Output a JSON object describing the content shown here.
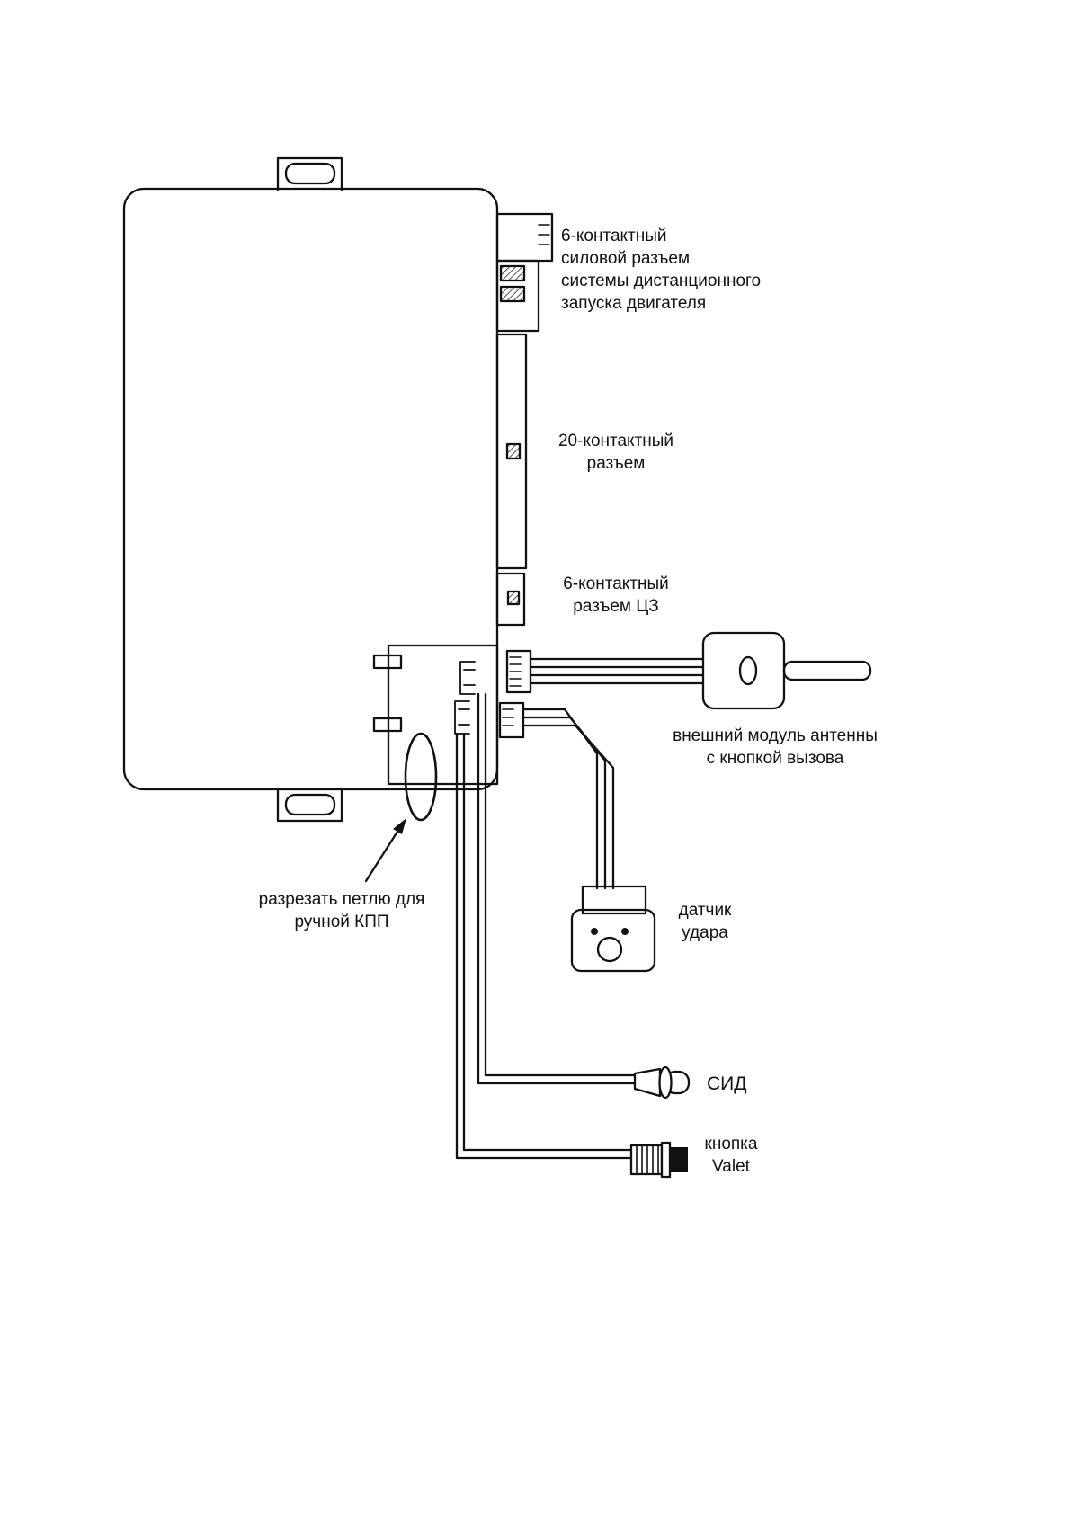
{
  "colors": {
    "line": "#111111",
    "background": "#ffffff",
    "valet_cap": "#111111"
  },
  "labels": {
    "power_connector": "6-контактный\nсиловой разъем\nсистемы дистанционного\nзапуска двигателя",
    "connector_20pin": "20-контактный\nразъем",
    "connector_cl": "6-контактный\nразъем ЦЗ",
    "antenna_module": "внешний модуль антенны\nс кнопкой вызова",
    "cut_loop": "разрезать петлю для\nручной КПП",
    "shock_sensor": "датчик\nудара",
    "led": "СИД",
    "valet_button": "кнопка\nValet"
  }
}
